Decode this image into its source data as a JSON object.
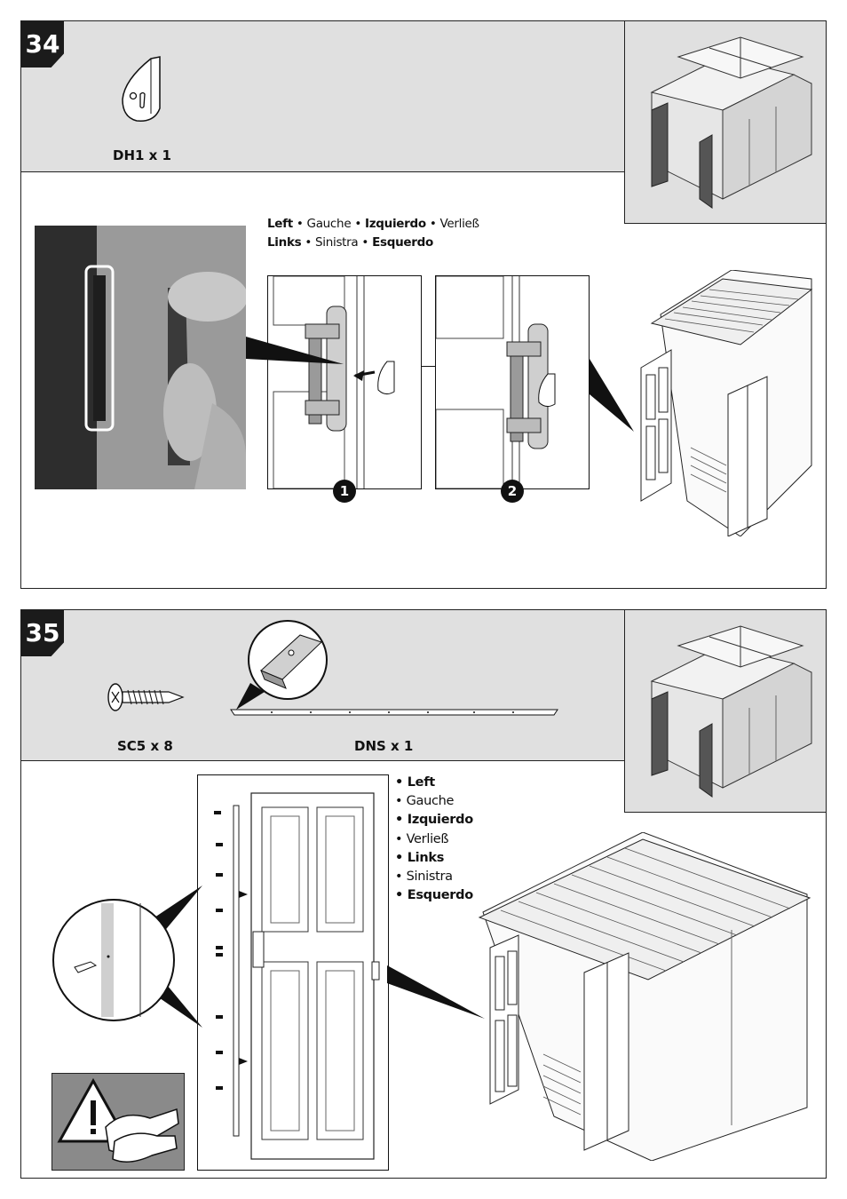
{
  "steps": [
    {
      "number": "34",
      "parts": [
        {
          "code": "DH1 x 1",
          "icon": "door-handle-part-icon"
        }
      ],
      "languages": [
        {
          "text": "Left",
          "bold": true
        },
        {
          "text": "Gauche",
          "bold": false
        },
        {
          "text": "Izquierdo",
          "bold": true
        },
        {
          "text": "Verließ",
          "bold": false
        },
        {
          "text": "Links",
          "bold": true
        },
        {
          "text": "Sinistra",
          "bold": false
        },
        {
          "text": "Esquerdo",
          "bold": true
        }
      ],
      "callouts": [
        "1",
        "2"
      ]
    },
    {
      "number": "35",
      "parts": [
        {
          "code": "SC5 x 8",
          "icon": "screw-icon"
        },
        {
          "code": "DNS x 1",
          "icon": "door-strip-icon"
        }
      ],
      "languages": [
        {
          "text": "Left",
          "bold": true
        },
        {
          "text": "Gauche",
          "bold": false
        },
        {
          "text": "Izquierdo",
          "bold": true
        },
        {
          "text": "Verließ",
          "bold": false
        },
        {
          "text": "Links",
          "bold": true
        },
        {
          "text": "Sinistra",
          "bold": false
        },
        {
          "text": "Esquerdo",
          "bold": true
        }
      ],
      "warning_icon": "gloves-warning-icon"
    }
  ],
  "colors": {
    "band": "#e0e0e0",
    "ink": "#111111",
    "step_badge": "#1b1b1b"
  }
}
